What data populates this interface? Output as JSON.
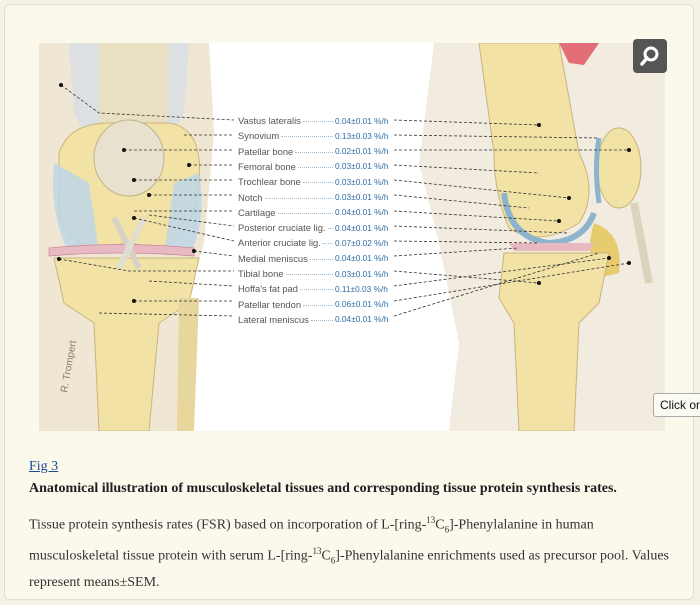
{
  "figure": {
    "label": "Fig 3",
    "title": "Anatomical illustration of musculoskeletal tissues and corresponding tissue protein synthesis rates.",
    "description_parts": [
      "Tissue protein synthesis rates (FSR) based on incorporation of L-[ring-",
      "13",
      "C",
      "6",
      "]-Phenylalanine in human musculoskeletal tissue protein with serum L-[ring-",
      "13",
      "C",
      "6",
      "]-Phenylalanine enrichments used as precursor pool. Values represent means±SEM."
    ],
    "signature": "R. Trompert",
    "tissues": [
      {
        "name": "Vastus lateralis",
        "value": "0.04±0.01 %/h"
      },
      {
        "name": "Synovium",
        "value": "0.13±0.03 %/h"
      },
      {
        "name": "Patellar bone",
        "value": "0.02±0.01 %/h"
      },
      {
        "name": "Femoral bone",
        "value": "0.03±0.01 %/h"
      },
      {
        "name": "Trochlear bone",
        "value": "0.03±0.01 %/h"
      },
      {
        "name": "Notch",
        "value": "0.03±0.01 %/h"
      },
      {
        "name": "Cartilage",
        "value": "0.04±0.01 %/h"
      },
      {
        "name": "Posterior cruciate lig.",
        "value": "0.04±0.01 %/h"
      },
      {
        "name": "Anterior cruciate lig.",
        "value": "0.07±0.02 %/h"
      },
      {
        "name": "Medial meniscus",
        "value": "0.04±0.01 %/h"
      },
      {
        "name": "Tibial bone",
        "value": "0.03±0.01 %/h"
      },
      {
        "name": "Hoffa's fat pad",
        "value": "0.11±0.03 %/h"
      },
      {
        "name": "Patellar tendon",
        "value": "0.06±0.01 %/h"
      },
      {
        "name": "Lateral meniscus",
        "value": "0.04±0.01 %/h"
      }
    ]
  },
  "controls": {
    "zoom_icon": "magnifier-icon",
    "tooltip": "Click on"
  },
  "colors": {
    "page_bg": "#f4f1e6",
    "link": "#1a4d8f",
    "value_text": "#2f6fa8",
    "bone": "#f2e2a6",
    "cartilage": "#bcd6e6"
  }
}
